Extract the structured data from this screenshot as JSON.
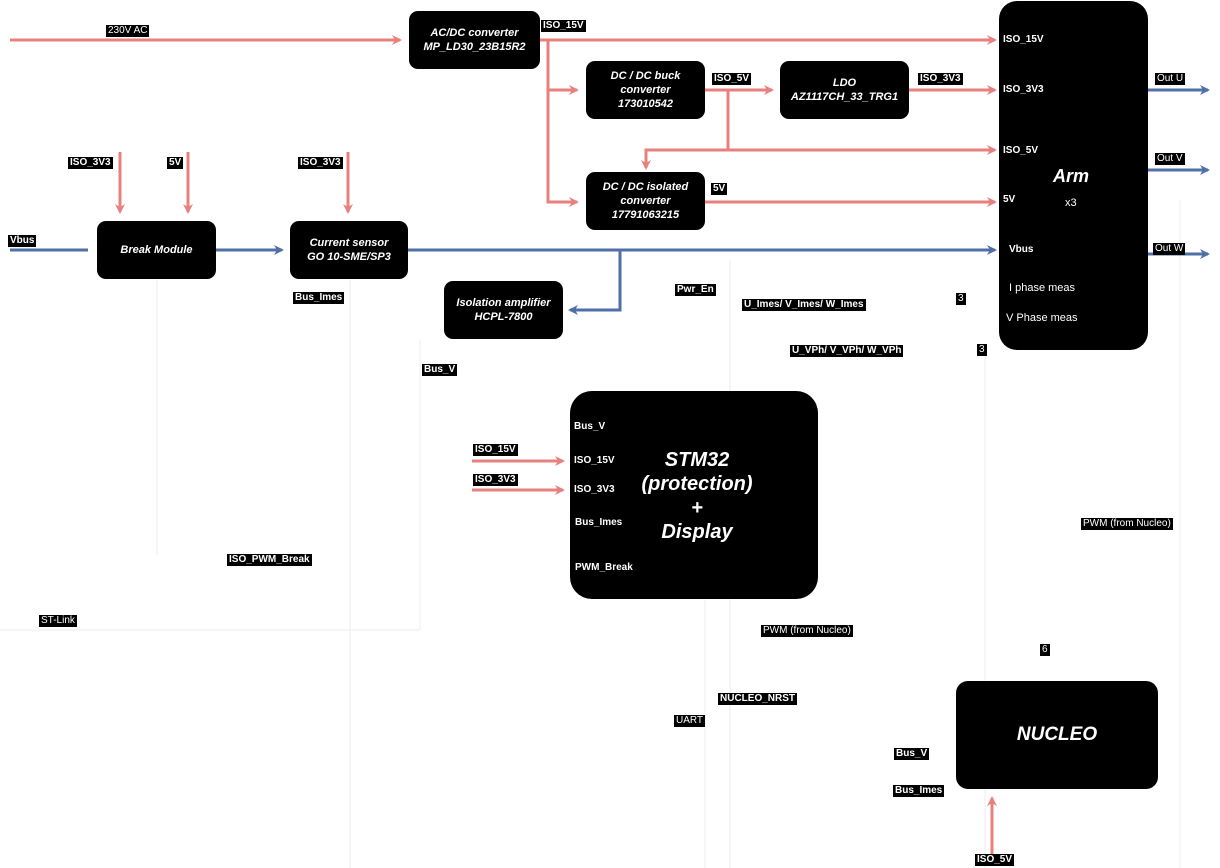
{
  "colors": {
    "power": "#e8807e",
    "signal": "#4f6fa6",
    "block": "#000000"
  },
  "blocks": {
    "acdc": {
      "line1": "AC/DC converter",
      "line2": "MP_LD30_23B15R2"
    },
    "buck": {
      "line1": "DC / DC buck",
      "line2": "converter",
      "line3": "173010542"
    },
    "ldo": {
      "line1": "LDO",
      "line2": "AZ1117CH_33_TRG1"
    },
    "isolated": {
      "line1": "DC / DC isolated",
      "line2": "converter",
      "line3": "17791063215"
    },
    "break": {
      "line1": "Break Module"
    },
    "sensor": {
      "line1": "Current sensor",
      "line2": "GO 10-SME/SP3"
    },
    "isoamp": {
      "line1": "Isolation amplifier",
      "line2": "HCPL-7800"
    },
    "arm": {
      "title": "Arm",
      "mult": "x3",
      "ports": [
        "ISO_15V",
        "ISO_3V3",
        "ISO_5V",
        "5V",
        "Vbus",
        "I phase meas",
        "V Phase meas"
      ]
    },
    "stm32": {
      "line1": "STM32",
      "line2": "(protection)",
      "line3": "+",
      "line4": "Display",
      "ports": [
        "Bus_V",
        "ISO_15V",
        "ISO_3V3",
        "Bus_Imes",
        "PWM_Break"
      ]
    },
    "nucleo": {
      "title": "NUCLEO"
    }
  },
  "labels": {
    "ac_in": "230V AC",
    "acdc_out": "ISO_15V",
    "buck_out": "ISO_5V",
    "ldo_out": "ISO_3V3",
    "iso_out": "5V",
    "break_iso3v3": "ISO_3V3",
    "break_5v": "5V",
    "sensor_iso3v3": "ISO_3V3",
    "vbus_in": "Vbus",
    "bus_imes": "Bus_Imes",
    "pwr_en": "Pwr_En",
    "imes": "U_Imes/ V_Imes/ W_Imes",
    "imes_count": "3",
    "vph": "U_VPh/ V_VPh/ W_VPh",
    "vph_count": "3",
    "bus_v": "Bus_V",
    "stm_iso15": "ISO_15V",
    "stm_iso3v3": "ISO_3V3",
    "iso_pwm_break": "ISO_PWM_Break",
    "stlink": "ST-Link",
    "pwm_nucleo_1": "PWM (from Nucleo)",
    "pwm_nucleo_2": "PWM (from Nucleo)",
    "six": "6",
    "nucleo_nrst": "NUCLEO_NRST",
    "uart": "UART",
    "nucleo_busv": "Bus_V",
    "nucleo_busimes": "Bus_Imes",
    "nucleo_iso5v": "ISO_5V",
    "out_u": "Out U",
    "out_v": "Out V",
    "out_w": "Out W"
  }
}
